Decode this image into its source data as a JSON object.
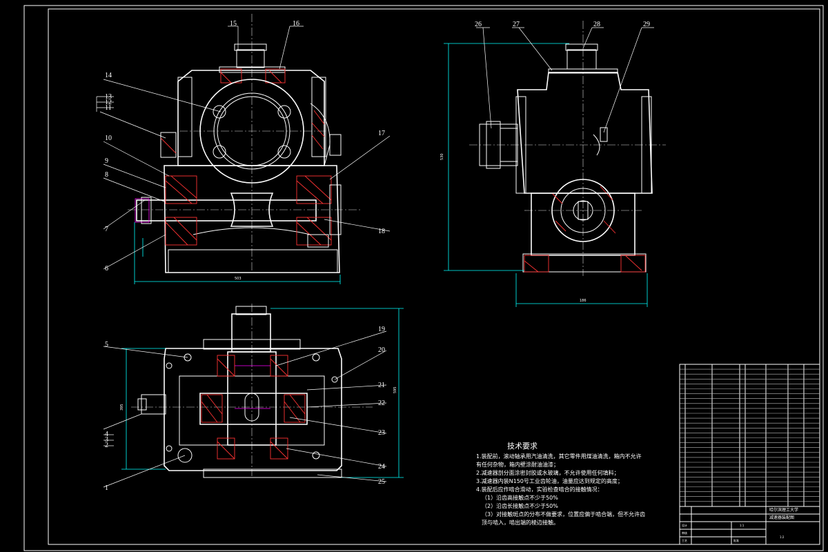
{
  "part_numbers": {
    "front_view": [
      "1",
      "2",
      "3",
      "4",
      "5",
      "6",
      "7",
      "8",
      "9",
      "10",
      "11",
      "12",
      "13",
      "14",
      "15",
      "16",
      "17",
      "18"
    ],
    "top_view": [
      "19",
      "20",
      "21",
      "22",
      "23",
      "24",
      "25"
    ],
    "side_view": [
      "26",
      "27",
      "28",
      "29"
    ]
  },
  "dimensions": {
    "front_width": "503",
    "side_height": "530",
    "side_width": "186",
    "top_height_left": "395",
    "top_height_right": "595"
  },
  "technical_requirements": {
    "title": "技术要求",
    "items": [
      "1.装配前，滚动轴承用汽油清洗，其它零件用煤油清洗，箱内不允许",
      "  有任何杂物，箱内壁涂耐油油漆；",
      "2.减速器剖分面涂密封胶或水玻璃，不允许使用任何填料；",
      "3.减速器内装N150号工业齿轮油，油量应达到规定的高度；",
      "4.装配后应作啮合滑动，实验检查啮合的接触情况：",
      "（1）沿齿高接触点不少于50%",
      "（2）沿齿长接触点不少于50%",
      "（3）对接触斑点的分布不做要求，位置应偏于啮合端，但不允许齿",
      "    顶与啮入，啮出端的棱边接触。"
    ]
  },
  "title_block": {
    "school": "哈尔滨理工大学",
    "drawing_name": "减速器装配图",
    "scale": "1:1",
    "sheet": "1:2",
    "sign_labels": [
      "设计",
      "审核",
      "工艺",
      "批准"
    ]
  },
  "colors": {
    "background": "#000000",
    "line": "#ffffff",
    "hatch": "#ff3333",
    "dimension": "#00ffff",
    "centerline": "#dddddd",
    "accent": "#ff00ff"
  }
}
